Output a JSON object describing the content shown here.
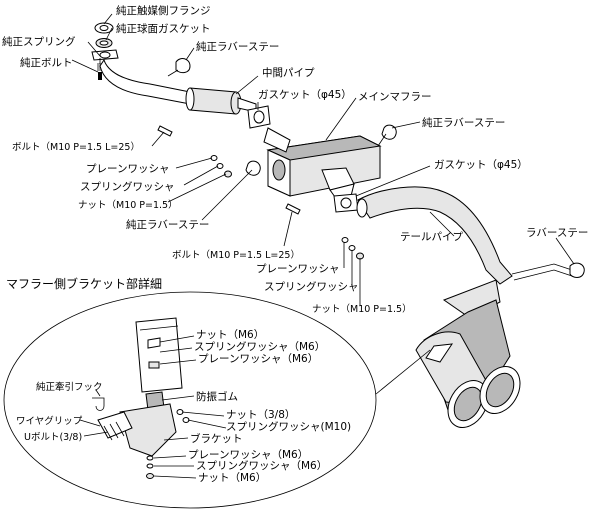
{
  "labels": {
    "oem_cat_flange": "純正触媒側フランジ",
    "oem_ball_gasket": "純正球面ガスケット",
    "oem_spring": "純正スプリング",
    "oem_bolt": "純正ボルト",
    "oem_rubber_stay_1": "純正ラバーステー",
    "mid_pipe": "中間パイプ",
    "gasket_45_1": "ガスケット（φ45）",
    "main_muffler": "メインマフラー",
    "oem_rubber_stay_2": "純正ラバーステー",
    "bolt_m10_1": "ボルト（M10 P=1.5 L=25）",
    "plain_washer_1": "プレーンワッシャ",
    "spring_washer_1": "スプリングワッシャ",
    "nut_m10_1": "ナット（M10 P=1.5）",
    "oem_rubber_stay_3": "純正ラバーステー",
    "gasket_45_2": "ガスケット（φ45）",
    "tail_pipe": "テールパイプ",
    "rubber_stay": "ラバーステー",
    "bolt_m10_2": "ボルト（M10 P=1.5 L=25）",
    "plain_washer_2": "プレーンワッシャ",
    "spring_washer_2": "スプリングワッシャ",
    "nut_m10_2": "ナット（M10 P=1.5）"
  },
  "detail": {
    "title": "マフラー側ブラケット部詳細",
    "nut_m6_top": "ナット（M6）",
    "spring_washer_m6_top": "スプリングワッシャ（M6）",
    "plain_washer_m6_top": "プレーンワッシャ（M6）",
    "oem_tow_hook": "純正牽引フック",
    "anti_vibration_rubber": "防振ゴム",
    "wire_grip": "ワイヤグリップ",
    "u_bolt": "Uボルト(3/8)",
    "nut_3_8": "ナット（3/8）",
    "spring_washer_m10": "スプリングワッシャ(M10)",
    "bracket": "ブラケット",
    "plain_washer_m6_bottom": "プレーンワッシャ（M6）",
    "spring_washer_m6_bottom": "スプリングワッシャ（M6）",
    "nut_m6_bottom": "ナット（M6）"
  }
}
